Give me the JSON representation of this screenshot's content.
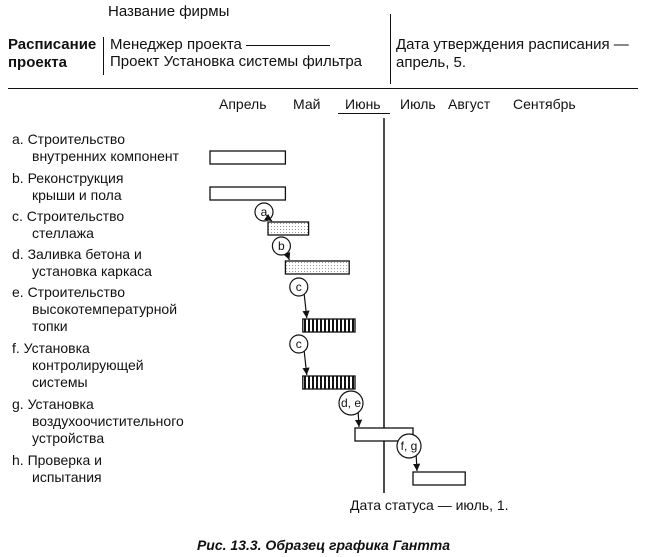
{
  "header": {
    "company_label": "Название фирмы",
    "schedule_label_line1": "Расписание",
    "schedule_label_line2": "проекта",
    "manager_label": "Менеджер проекта",
    "project_label": "Проект Установка системы фильтра",
    "approval_line1": "Дата утверждения расписания —",
    "approval_line2": "апрель, 5."
  },
  "caption": "Рис.  13.3.  Образец графика Гантта",
  "colors": {
    "ink": "#111111",
    "paper": "#ffffff"
  },
  "chart_data": {
    "type": "gantt",
    "time_unit": "month",
    "months": [
      "Апрель",
      "Май",
      "Июнь",
      "Июль",
      "Август",
      "Сентябрь"
    ],
    "x_range": [
      "April 1",
      "September 30"
    ],
    "status": {
      "label": "Дата статуса — июль, 1.",
      "date": "July 1"
    },
    "tasks": [
      {
        "id": "a",
        "label_line1": "Строительство",
        "label_line2": "внутренних компонент",
        "label_line3": "",
        "start": 0.0,
        "end": 1.3,
        "fill": "blank",
        "predecessors": ""
      },
      {
        "id": "b",
        "label_line1": "Реконструкция",
        "label_line2": "крыши и пола",
        "label_line3": "",
        "start": 0.0,
        "end": 1.3,
        "fill": "blank",
        "predecessors": ""
      },
      {
        "id": "c",
        "label_line1": "Строительство",
        "label_line2": "стеллажа",
        "label_line3": "",
        "start": 1.0,
        "end": 1.7,
        "fill": "light",
        "predecessors": "a"
      },
      {
        "id": "d",
        "label_line1": "Заливка бетона и",
        "label_line2": "установка каркаса",
        "label_line3": "",
        "start": 1.3,
        "end": 2.4,
        "fill": "light",
        "predecessors": "b"
      },
      {
        "id": "e",
        "label_line1": "Строительство",
        "label_line2": "высокотемпературной",
        "label_line3": "топки",
        "start": 1.6,
        "end": 2.5,
        "fill": "hatched",
        "predecessors": "c"
      },
      {
        "id": "f",
        "label_line1": "Установка",
        "label_line2": "контролирующей",
        "label_line3": "системы",
        "start": 1.6,
        "end": 2.5,
        "fill": "hatched",
        "predecessors": "c"
      },
      {
        "id": "g",
        "label_line1": "Установка",
        "label_line2": "воздухоочистительного",
        "label_line3": "устройства",
        "start": 2.5,
        "end": 3.5,
        "fill": "blank",
        "predecessors": "d, e"
      },
      {
        "id": "h",
        "label_line1": "Проверка и",
        "label_line2": "испытания",
        "label_line3": "",
        "start": 3.5,
        "end": 4.4,
        "fill": "blank",
        "predecessors": "f, g"
      }
    ]
  }
}
